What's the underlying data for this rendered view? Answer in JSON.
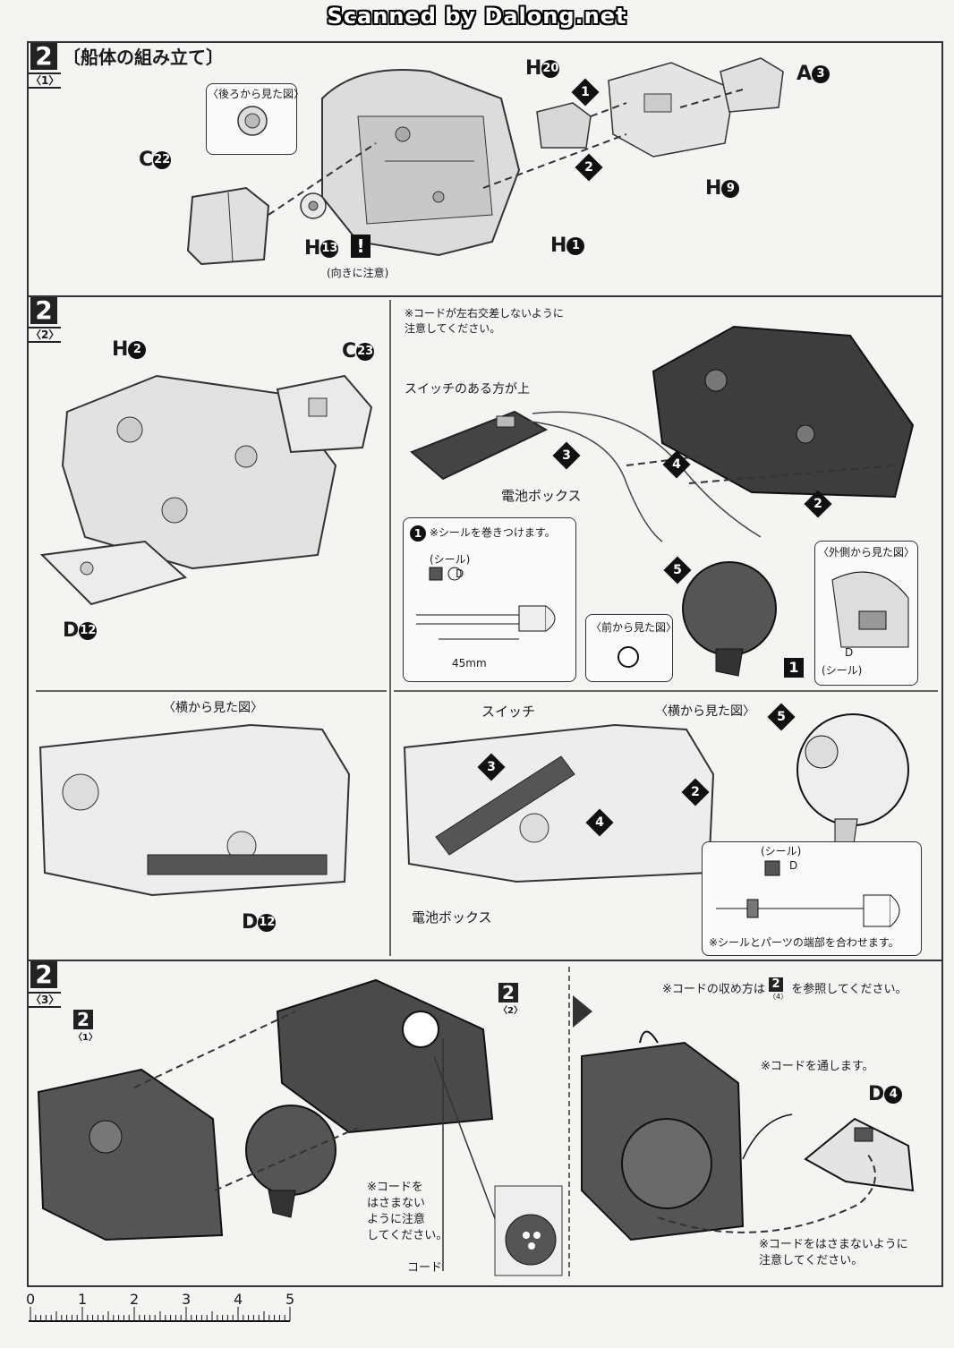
{
  "watermark": "Scanned by Dalong.net",
  "step1": {
    "step_number": "2",
    "sub": "〈1〉",
    "title": "〔船体の組み立て〕",
    "inset_title": "〈後ろから見た図〉",
    "caution": "(向きに注意)",
    "parts": {
      "h20": {
        "letter": "H",
        "num": "20"
      },
      "a3": {
        "letter": "A",
        "num": "3"
      },
      "h9": {
        "letter": "H",
        "num": "9"
      },
      "c22": {
        "letter": "C",
        "num": "22"
      },
      "h13": {
        "letter": "H",
        "num": "13"
      },
      "h1": {
        "letter": "H",
        "num": "1"
      }
    },
    "arrows": [
      "1",
      "2"
    ]
  },
  "step2": {
    "step_number": "2",
    "sub": "〈2〉",
    "note_cord": "※コードが左右交差しないように\n注意してください。",
    "switch_up": "スイッチのある方が上",
    "battery_box": "電池ボックス",
    "sticker_wrap": "※シールを巻きつけます。",
    "sticker": "(シール)",
    "length": "45mm",
    "front_view": "〈前から見た図〉",
    "outside_view": "〈外側から見た図〉",
    "side_view_left": "〈横から見た図〉",
    "side_view_right": "〈横から見た図〉",
    "switch": "スイッチ",
    "battery_box_2": "電池ボックス",
    "sticker_align": "※シールとパーツの端部を合わせます。",
    "sticker_d": "D",
    "part_box_num": "1",
    "parts": {
      "h2": {
        "letter": "H",
        "num": "2"
      },
      "c23": {
        "letter": "C",
        "num": "23"
      },
      "d12": {
        "letter": "D",
        "num": "12"
      },
      "d12b": {
        "letter": "D",
        "num": "12"
      }
    },
    "arrows": [
      "1",
      "2",
      "3",
      "4",
      "5"
    ]
  },
  "step3": {
    "step_number": "2",
    "sub": "〈3〉",
    "ref1": {
      "num": "2",
      "sub": "〈1〉"
    },
    "ref2": {
      "num": "2",
      "sub": "〈2〉"
    },
    "cord_ref": "※コードの収め方は",
    "cord_ref_tail": "を参照してください。",
    "cord_ref_num": "2",
    "cord_ref_sub": "〈4〉",
    "do_not_pinch": "※コードを\nはさまない\nように注意\nしてください。",
    "cord": "コード",
    "pass_cord": "※コードを通します。",
    "do_not_pinch_2": "※コードをはさまないように\n注意してください。",
    "parts": {
      "d4": {
        "letter": "D",
        "num": "4"
      }
    }
  },
  "ruler": {
    "ticks": [
      "0",
      "1",
      "2",
      "3",
      "4",
      "5"
    ]
  }
}
